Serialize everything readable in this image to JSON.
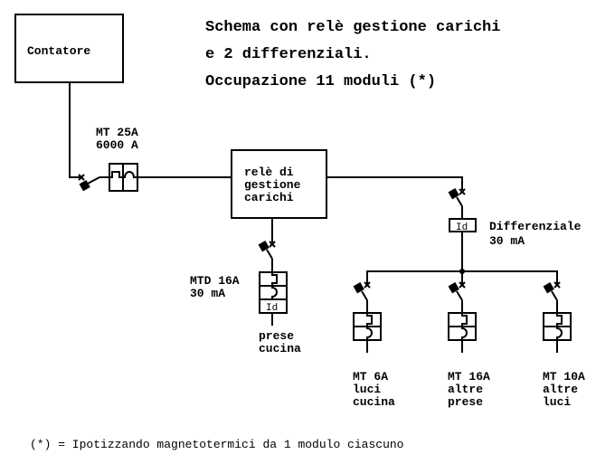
{
  "title": {
    "lines": [
      "Schema con relè gestione carichi",
      "e 2 differenziali.",
      "Occupazione 11 moduli (*)"
    ]
  },
  "meter": {
    "label": "Contatore"
  },
  "main_breaker": {
    "lines": [
      "MT 25A",
      "6000 A"
    ]
  },
  "relay": {
    "lines": [
      "relè di",
      "gestione",
      "carichi"
    ]
  },
  "rcd_main": {
    "symbol": "Id",
    "lines": [
      "Differenziale",
      "30 mA"
    ]
  },
  "kitchen_rcbo": {
    "symbol": "Id",
    "lines": [
      "MTD 16A",
      "30 mA"
    ],
    "load": [
      "prese",
      "cucina"
    ]
  },
  "branches": [
    {
      "lines": [
        "MT 6A",
        "luci",
        "cucina"
      ]
    },
    {
      "lines": [
        "MT 16A",
        "altre",
        "prese"
      ]
    },
    {
      "lines": [
        "MT 10A",
        "altre",
        "luci"
      ]
    }
  ],
  "footnote": "(*) = Ipotizzando magnetotermici da 1 modulo ciascuno",
  "colors": {
    "line": "#000000",
    "background": "#ffffff"
  }
}
